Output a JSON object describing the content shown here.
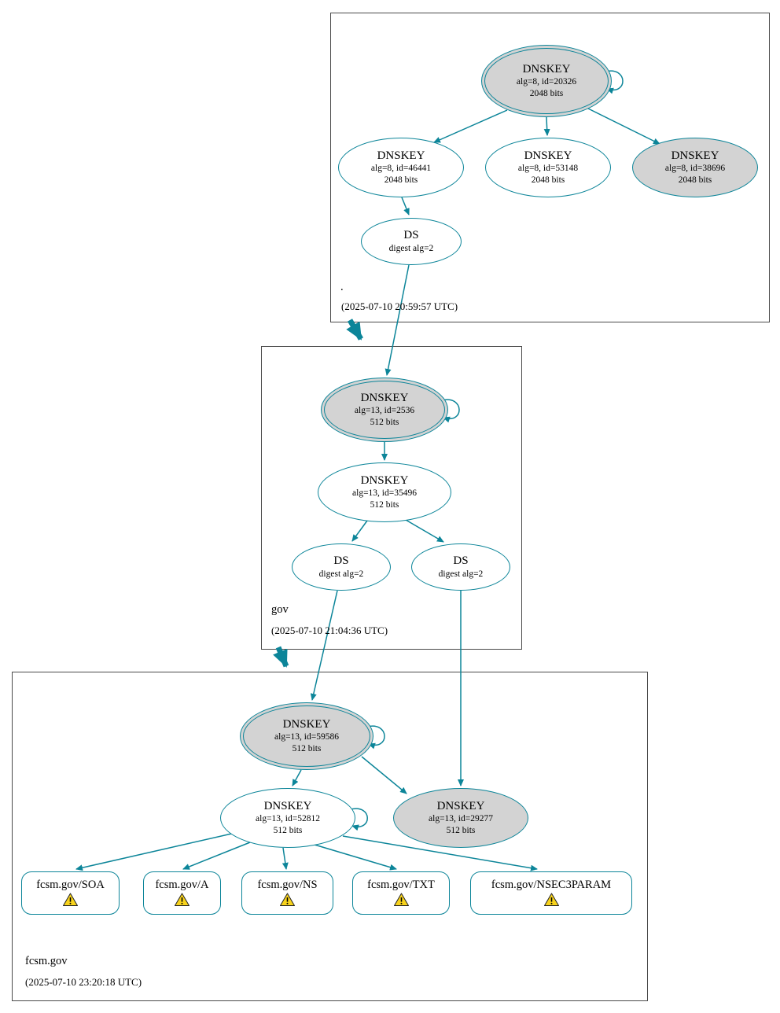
{
  "colors": {
    "edge": "#0c8599",
    "ksk_fill": "#d3d3d3",
    "warning_fill": "#f8d31c",
    "box_border": "#4a4a4a"
  },
  "zones": {
    "root": {
      "label": ".",
      "timestamp": "(2025-07-10 20:59:57 UTC)",
      "nodes": {
        "ksk": {
          "title": "DNSKEY",
          "alg": "alg=8, id=20326",
          "bits": "2048 bits"
        },
        "zsk_left": {
          "title": "DNSKEY",
          "alg": "alg=8, id=46441",
          "bits": "2048 bits"
        },
        "zsk_mid": {
          "title": "DNSKEY",
          "alg": "alg=8, id=53148",
          "bits": "2048 bits"
        },
        "zsk_right": {
          "title": "DNSKEY",
          "alg": "alg=8, id=38696",
          "bits": "2048 bits"
        },
        "ds": {
          "title": "DS",
          "digest": "digest alg=2"
        }
      }
    },
    "gov": {
      "label": "gov",
      "timestamp": "(2025-07-10 21:04:36 UTC)",
      "nodes": {
        "ksk": {
          "title": "DNSKEY",
          "alg": "alg=13, id=2536",
          "bits": "512 bits"
        },
        "zsk": {
          "title": "DNSKEY",
          "alg": "alg=13, id=35496",
          "bits": "512 bits"
        },
        "ds_left": {
          "title": "DS",
          "digest": "digest alg=2"
        },
        "ds_right": {
          "title": "DS",
          "digest": "digest alg=2"
        }
      }
    },
    "fcsm": {
      "label": "fcsm.gov",
      "timestamp": "(2025-07-10 23:20:18 UTC)",
      "nodes": {
        "ksk": {
          "title": "DNSKEY",
          "alg": "alg=13, id=59586",
          "bits": "512 bits"
        },
        "zsk": {
          "title": "DNSKEY",
          "alg": "alg=13, id=52812",
          "bits": "512 bits"
        },
        "key_right": {
          "title": "DNSKEY",
          "alg": "alg=13, id=29277",
          "bits": "512 bits"
        }
      },
      "rrsets": [
        {
          "label": "fcsm.gov/SOA"
        },
        {
          "label": "fcsm.gov/A"
        },
        {
          "label": "fcsm.gov/NS"
        },
        {
          "label": "fcsm.gov/TXT"
        },
        {
          "label": "fcsm.gov/NSEC3PARAM"
        }
      ]
    }
  }
}
